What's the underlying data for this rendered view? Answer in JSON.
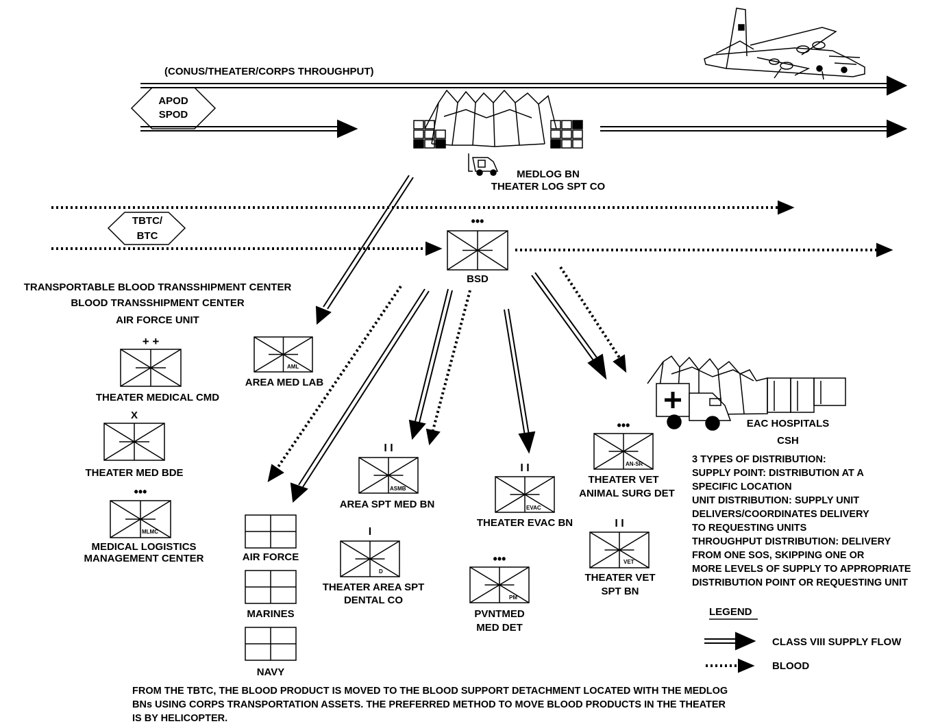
{
  "top": {
    "throughput_label": "(CONUS/THEATER/CORPS THROUGHPUT)",
    "apod": "APOD",
    "spod": "SPOD",
    "tbtc": "TBTC/",
    "btc": "BTC"
  },
  "nodes": {
    "medlog_l1": "MEDLOG BN",
    "medlog_l2": "THEATER LOG SPT CO",
    "bsd": "BSD",
    "bsd_echelon": "•••",
    "tbtc_l1": "TRANSPORTABLE BLOOD TRANSSHIPMENT CENTER",
    "tbtc_l2": "BLOOD TRANSSHIPMENT CENTER",
    "tbtc_l3": "AIR FORCE UNIT",
    "tmc_echelon": "+ +",
    "tmc": "THEATER MEDICAL CMD",
    "tmb_echelon": "X",
    "tmb": "THEATER MED BDE",
    "mlmc_echelon": "•••",
    "mlmc_code": "MLMC",
    "mlmc_l1": "MEDICAL LOGISTICS",
    "mlmc_l2": "MANAGEMENT CENTER",
    "aml_code": "AML",
    "aml": "AREA MED LAB",
    "air_force": "AIR FORCE",
    "marines": "MARINES",
    "navy": "NAVY",
    "asmb_echelon": "I I",
    "asmb_code": "ASMB",
    "asmb": "AREA SPT MED BN",
    "dental_echelon": "I",
    "dental_code": "D",
    "dental_l1": "THEATER AREA SPT",
    "dental_l2": "DENTAL CO",
    "evac_echelon": "I I",
    "evac_code": "EVAC",
    "evac": "THEATER EVAC BN",
    "pm_echelon": "•••",
    "pm_code": "PM",
    "pm_l1": "PVNTMED",
    "pm_l2": "MED DET",
    "ansr_echelon": "•••",
    "ansr_code": "AN-SR",
    "ansr_l1": "THEATER VET",
    "ansr_l2": "ANIMAL SURG DET",
    "vet_echelon": "I I",
    "vet_code": "VET",
    "vet_l1": "THEATER VET",
    "vet_l2": "SPT BN",
    "eac": "EAC HOSPITALS",
    "csh": "CSH"
  },
  "distribution": [
    "3 TYPES OF DISTRIBUTION:",
    "SUPPLY POINT: DISTRIBUTION AT A",
    "SPECIFIC LOCATION",
    "UNIT DISTRIBUTION: SUPPLY UNIT",
    "DELIVERS/COORDINATES DELIVERY",
    "TO REQUESTING UNITS",
    "THROUGHPUT DISTRIBUTION: DELIVERY",
    "FROM  ONE SOS, SKIPPING ONE OR",
    "MORE LEVELS OF SUPPLY TO APPROPRIATE",
    "DISTRIBUTION POINT OR REQUESTING UNIT"
  ],
  "legend": {
    "title": "LEGEND",
    "supply": "CLASS VIII SUPPLY FLOW",
    "blood": "BLOOD"
  },
  "footer": [
    "FROM THE  TBTC, THE BLOOD PRODUCT IS MOVED TO THE BLOOD SUPPORT DETACHMENT LOCATED WITH THE MEDLOG",
    "BNs USING CORPS TRANSPORTATION ASSETS.  THE PREFERRED METHOD TO MOVE BLOOD PRODUCTS IN THE THEATER",
    "IS BY HELICOPTER."
  ],
  "colors": {
    "ink": "#000000",
    "paper": "#ffffff"
  }
}
